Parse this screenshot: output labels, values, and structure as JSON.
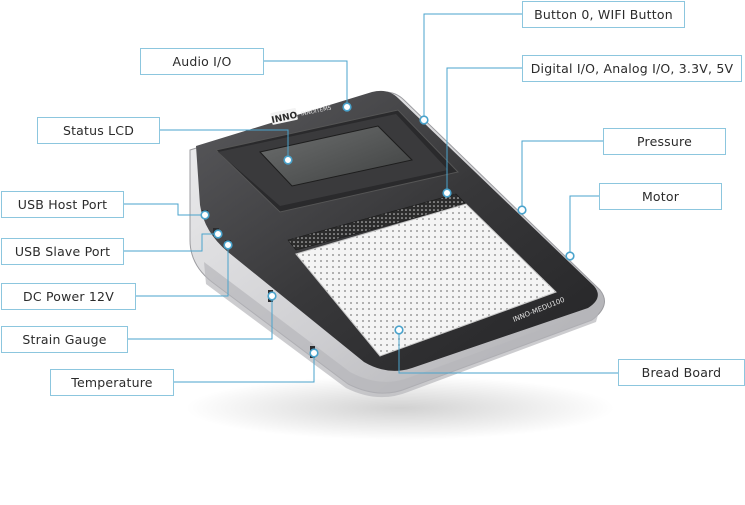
{
  "device": {
    "brand_logo": "INNO INNOITEMS",
    "model": "INNO-MEDU100",
    "colors": {
      "callout": "#4aa3cc",
      "label_border": "#8cc6de",
      "body_dark": "#3b3b3d",
      "body_silver": "#d4d4d6",
      "board": "#f3f3f3"
    }
  },
  "callouts": [
    {
      "id": "button-wifi",
      "text": "Button 0, WIFI Button"
    },
    {
      "id": "audio-io",
      "text": "Audio I/O"
    },
    {
      "id": "digital-io",
      "text": "Digital I/O, Analog I/O, 3.3V, 5V"
    },
    {
      "id": "status-lcd",
      "text": "Status LCD"
    },
    {
      "id": "pressure",
      "text": "Pressure"
    },
    {
      "id": "motor",
      "text": "Motor"
    },
    {
      "id": "usb-host",
      "text": "USB Host Port"
    },
    {
      "id": "usb-slave",
      "text": "USB Slave Port"
    },
    {
      "id": "dc-power",
      "text": "DC Power 12V"
    },
    {
      "id": "strain-gauge",
      "text": "Strain Gauge"
    },
    {
      "id": "temperature",
      "text": "Temperature"
    },
    {
      "id": "bread-board",
      "text": "Bread Board"
    }
  ]
}
